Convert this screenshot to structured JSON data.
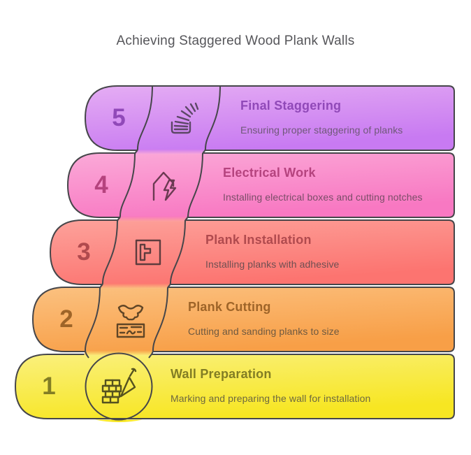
{
  "title": {
    "text": "Achieving Staggered Wood Plank Walls",
    "color": "#56565a"
  },
  "colors": {
    "background": "#ffffff",
    "outline": "#46464a"
  },
  "steps": [
    {
      "number": "1",
      "title": "Wall Preparation",
      "description": "Marking and preparing the wall for installation",
      "icon": "brick-wall-trowel-icon",
      "color_light": "#faf07d",
      "color_deep": "#f7e622",
      "accent_color": "#827d24",
      "desc_color": "#6d683f",
      "icon_color": "#55521f"
    },
    {
      "number": "2",
      "title": "Plank Cutting",
      "description": "Cutting and sanding planks to size",
      "icon": "saw-blade-plank-icon",
      "color_light": "#fbc180",
      "color_deep": "#f89f47",
      "accent_color": "#9e6428",
      "desc_color": "#6e5940",
      "icon_color": "#5f4526"
    },
    {
      "number": "3",
      "title": "Plank Installation",
      "description": "Installing planks with adhesive",
      "icon": "plank-frame-icon",
      "color_light": "#fda29b",
      "color_deep": "#fc7470",
      "accent_color": "#b04a4e",
      "desc_color": "#6f4f52",
      "icon_color": "#5e3c3e"
    },
    {
      "number": "4",
      "title": "Electrical Work",
      "description": "Installing electrical boxes and cutting notches",
      "icon": "house-lightning-icon",
      "color_light": "#fbaad8",
      "color_deep": "#f878c2",
      "accent_color": "#b5437e",
      "desc_color": "#7a4e68",
      "icon_color": "#6b3a52"
    },
    {
      "number": "5",
      "title": "Final Staggering",
      "description": "Ensuring proper staggering of planks",
      "icon": "staggered-planks-icon",
      "color_light": "#e5adf3",
      "color_deep": "#c87af2",
      "accent_color": "#9049b8",
      "desc_color": "#6f5878",
      "icon_color": "#5c4766"
    }
  ]
}
